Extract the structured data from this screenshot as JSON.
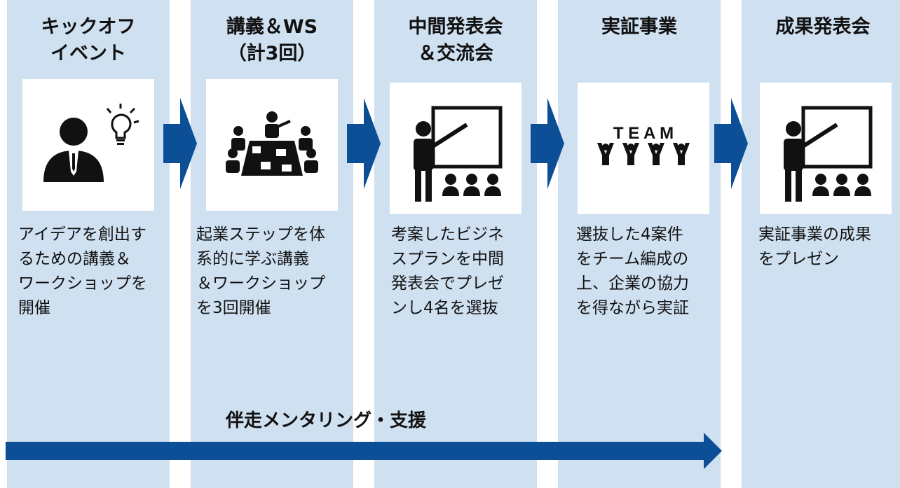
{
  "colors": {
    "column_bg": "#cfe0f1",
    "arrow": "#0d4f97",
    "icon": "#111111"
  },
  "stages": [
    {
      "title": "キックオフ\nイベント",
      "icon": "person-lightbulb-icon",
      "description": "アイデアを創出す\nるための講義＆\nワークショップを\n開催"
    },
    {
      "title": "講義＆WS\n（計3回）",
      "icon": "meeting-table-icon",
      "description": "起業ステップを体\n系的に学ぶ講義\n＆ワークショップ\nを3回開催"
    },
    {
      "title": "中間発表会\n＆交流会",
      "icon": "presenter-audience-icon",
      "description": "考案したビジネ\nスプランを中間\n発表会でプレゼ\nンし4名を選抜"
    },
    {
      "title": "実証事業",
      "icon": "team-icon",
      "team_word": "T E A M",
      "description": "選抜した4案件\nをチーム編成の\n上、企業の協力\nを得ながら実証"
    },
    {
      "title": "成果発表会",
      "icon": "presenter-audience-icon",
      "description": "実証事業の成果\nをプレゼン"
    }
  ],
  "mentoring": {
    "label": "伴走メンタリング・支援"
  }
}
